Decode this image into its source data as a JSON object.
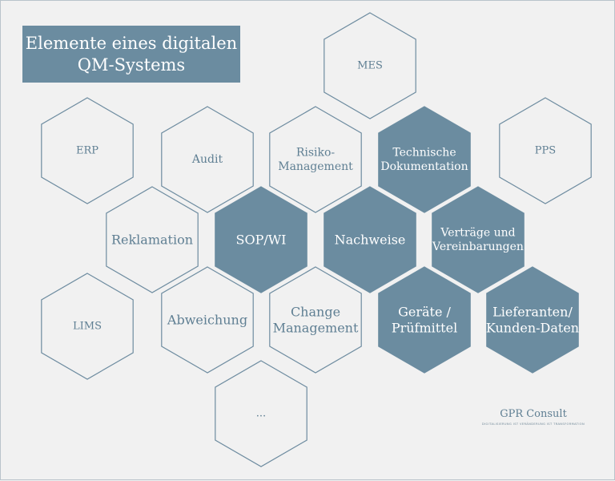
{
  "title": {
    "line1": "Elemente eines digitalen",
    "line2": "QM-Systems"
  },
  "colors": {
    "fill": "#6b8ca0",
    "stroke": "#6e8ca0",
    "text_outline": "#5f7f93",
    "text_filled": "#ffffff"
  },
  "hexagons": [
    {
      "id": "mes",
      "lines": [
        "MES"
      ],
      "filled": false
    },
    {
      "id": "erp",
      "lines": [
        "ERP"
      ],
      "filled": false
    },
    {
      "id": "audit",
      "lines": [
        "Audit"
      ],
      "filled": false
    },
    {
      "id": "risiko-management",
      "lines": [
        "Risiko-",
        "Management"
      ],
      "filled": false
    },
    {
      "id": "technische-dokumentation",
      "lines": [
        "Technische",
        "Dokumentation"
      ],
      "filled": true
    },
    {
      "id": "pps",
      "lines": [
        "PPS"
      ],
      "filled": false
    },
    {
      "id": "reklamation",
      "lines": [
        "Reklamation"
      ],
      "filled": false
    },
    {
      "id": "sop-wi",
      "lines": [
        "SOP/WI"
      ],
      "filled": true
    },
    {
      "id": "nachweise",
      "lines": [
        "Nachweise"
      ],
      "filled": true
    },
    {
      "id": "vertraege",
      "lines": [
        "Verträge und",
        "Vereinbarungen"
      ],
      "filled": true
    },
    {
      "id": "lims",
      "lines": [
        "LIMS"
      ],
      "filled": false
    },
    {
      "id": "abweichung",
      "lines": [
        "Abweichung"
      ],
      "filled": false
    },
    {
      "id": "change-management",
      "lines": [
        "Change",
        "Management"
      ],
      "filled": false
    },
    {
      "id": "geraete-pruefmittel",
      "lines": [
        "Geräte /",
        "Prüfmittel"
      ],
      "filled": true
    },
    {
      "id": "lieferanten-kunden-daten",
      "lines": [
        "Lieferanten/",
        "Kunden-Daten"
      ],
      "filled": true
    },
    {
      "id": "more",
      "lines": [
        "..."
      ],
      "filled": false
    }
  ],
  "brand": {
    "name": "GPR Consult",
    "tagline": "DIGITALISIERUNG IST VERÄNDERUNG IST TRANSFORMATION"
  }
}
